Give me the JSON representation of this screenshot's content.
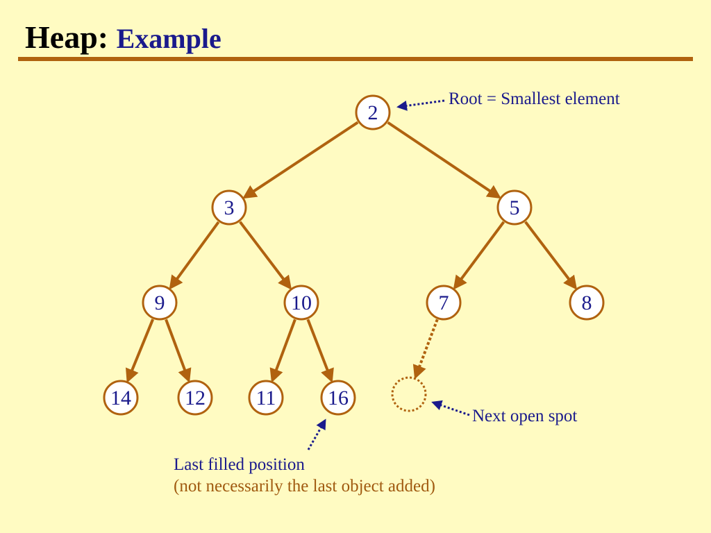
{
  "title": {
    "main": "Heap:",
    "sub": "Example"
  },
  "colors": {
    "background": "#FFFBC2",
    "accent": "#B0620F",
    "text_blue": "#1A1A8C",
    "text_brown": "#A05A10"
  },
  "nodes": [
    {
      "id": "n2",
      "label": "2"
    },
    {
      "id": "n3",
      "label": "3"
    },
    {
      "id": "n5",
      "label": "5"
    },
    {
      "id": "n9",
      "label": "9"
    },
    {
      "id": "n10",
      "label": "10"
    },
    {
      "id": "n7",
      "label": "7"
    },
    {
      "id": "n8",
      "label": "8"
    },
    {
      "id": "n14",
      "label": "14"
    },
    {
      "id": "n12",
      "label": "12"
    },
    {
      "id": "n11",
      "label": "11"
    },
    {
      "id": "n16",
      "label": "16"
    }
  ],
  "edges": [
    [
      "n2",
      "n3"
    ],
    [
      "n2",
      "n5"
    ],
    [
      "n3",
      "n9"
    ],
    [
      "n3",
      "n10"
    ],
    [
      "n5",
      "n7"
    ],
    [
      "n5",
      "n8"
    ],
    [
      "n9",
      "n14"
    ],
    [
      "n9",
      "n12"
    ],
    [
      "n10",
      "n11"
    ],
    [
      "n10",
      "n16"
    ]
  ],
  "open_spot_parent": "n7",
  "annotations": {
    "root": "Root = Smallest element",
    "next_open": "Next open spot",
    "last_filled": "Last filled position",
    "last_filled_note": "(not necessarily the last object added)"
  }
}
